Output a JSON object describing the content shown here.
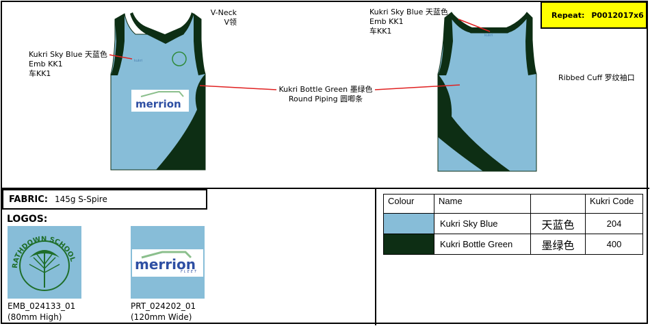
{
  "repeat": {
    "label": "Repeat:",
    "code": "P0012017x6"
  },
  "callouts": {
    "vneck": {
      "en": "V-Neck",
      "zh": "V领"
    },
    "sky_front": {
      "en": "Kukri Sky Blue",
      "zh": "天蓝色",
      "emb": "Emb KK1",
      "che": "车KK1"
    },
    "sky_back": {
      "en": "Kukri Sky Blue",
      "zh": "天蓝色",
      "emb": "Emb KK1",
      "che": "车KK1"
    },
    "green": {
      "en": "Kukri Bottle Green",
      "zh": "墨绿色",
      "piping_en": "Round Piping",
      "piping_zh": "圆唧条"
    },
    "cuff": {
      "en": "Ribbed Cuff",
      "zh": "罗纹袖口"
    }
  },
  "fabric": {
    "label": "FABRIC:",
    "value": "145g S-Spire"
  },
  "logos": {
    "title": "LOGOS:",
    "emb": {
      "text": "RATHDOWN SCHOOL",
      "code": "EMB_024133_01",
      "size": "(80mm High)"
    },
    "prt": {
      "text": "merrion",
      "sub": "FLEET",
      "code": "PRT_024202_01",
      "size": "(120mm Wide)"
    }
  },
  "colour_table": {
    "headers": [
      "Colour",
      "Name",
      "",
      "Kukri Code"
    ],
    "rows": [
      {
        "swatch": "#87bdd8",
        "name": "Kukri Sky Blue",
        "zh": "天蓝色",
        "code": "204"
      },
      {
        "swatch": "#0d2e14",
        "name": "Kukri Bottle Green",
        "zh": "墨绿色",
        "code": "400"
      }
    ]
  },
  "colors": {
    "sky": "#87bdd8",
    "green": "#0d2e14",
    "leader": "#e02020",
    "yellow": "#ffff00"
  }
}
